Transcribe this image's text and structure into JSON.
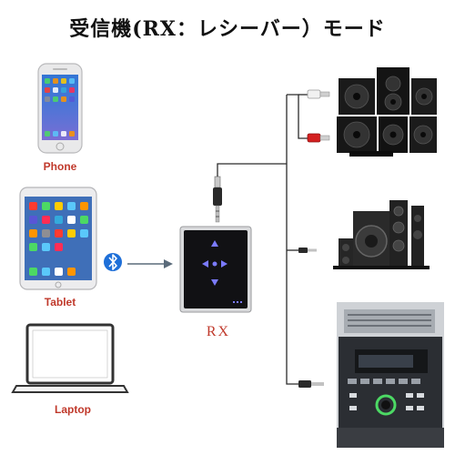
{
  "title": "受信機(RX：レシーバー）モード",
  "devices": {
    "phone": {
      "label": "Phone"
    },
    "tablet": {
      "label": "Tablet"
    },
    "laptop": {
      "label": "Laptop"
    }
  },
  "receiver": {
    "label": "RX"
  },
  "outputs": [
    "speaker-stack",
    "home-theater-speakers",
    "car-audio"
  ],
  "colors": {
    "accent_red": "#c0392b",
    "bluetooth_blue": "#1e6fd8",
    "arrow_gray": "#5a6b7a",
    "led_blue": "#7b7bff"
  }
}
